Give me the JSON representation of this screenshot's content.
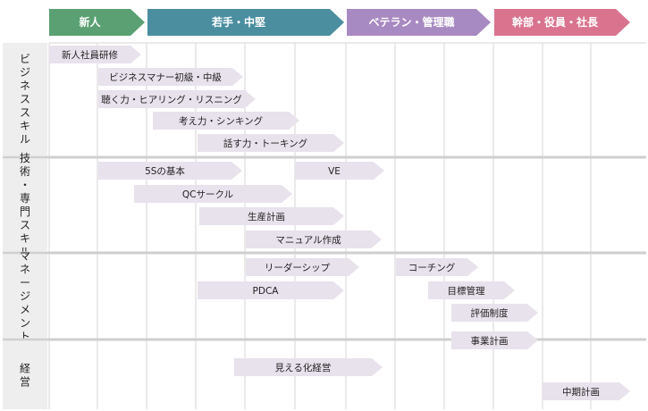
{
  "colors": {
    "stage_newcomer": "#5aa072",
    "stage_young": "#4a8ea0",
    "stage_veteran": "#a88ac2",
    "stage_exec": "#d9738e",
    "bar_fill": "#e8e2ec",
    "category_bg": "#eeeeee",
    "grid": "#d6d6d6",
    "separator": "#cfcfcf"
  },
  "stages": [
    {
      "label": "新人",
      "color_key": "stage_newcomer"
    },
    {
      "label": "若手・中堅",
      "color_key": "stage_young"
    },
    {
      "label": "ベテラン・管理職",
      "color_key": "stage_veteran"
    },
    {
      "label": "幹部・役員・社長",
      "color_key": "stage_exec"
    }
  ],
  "categories": [
    {
      "id": "business",
      "label": "ビジネススキル",
      "items": [
        {
          "label": "新人社員研修"
        },
        {
          "label": "ビジネスマナー初級・中級"
        },
        {
          "label": "聴く力・ヒアリング・リスニング"
        },
        {
          "label": "考え力・シンキング"
        },
        {
          "label": "話す力・トーキング"
        }
      ]
    },
    {
      "id": "technical",
      "label": "技術・専門スキル",
      "items": [
        {
          "label": "5Sの基本"
        },
        {
          "label": "VE"
        },
        {
          "label": "QCサークル"
        },
        {
          "label": "生産計画"
        },
        {
          "label": "マニュアル作成"
        }
      ]
    },
    {
      "id": "management",
      "label": "マネージメント",
      "items": [
        {
          "label": "リーダーシップ"
        },
        {
          "label": "コーチング"
        },
        {
          "label": "PDCA"
        },
        {
          "label": "目標管理"
        },
        {
          "label": "評価制度"
        },
        {
          "label": "事業計画"
        }
      ]
    },
    {
      "id": "administration",
      "label": "経営",
      "items": [
        {
          "label": "見える化経営"
        },
        {
          "label": "中期計画"
        }
      ]
    }
  ]
}
